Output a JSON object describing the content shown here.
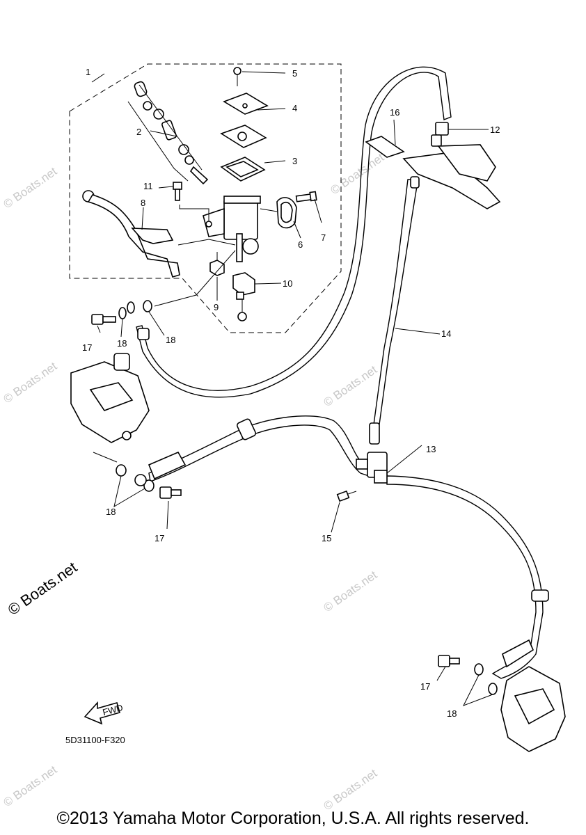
{
  "callouts": {
    "c1": "1",
    "c2": "2",
    "c3": "3",
    "c4": "4",
    "c5": "5",
    "c6": "6",
    "c7": "7",
    "c8": "8",
    "c9": "9",
    "c10": "10",
    "c11": "11",
    "c12": "12",
    "c13": "13",
    "c14": "14",
    "c15": "15",
    "c16": "16",
    "c17a": "17",
    "c17b": "17",
    "c17c": "17",
    "c18a": "18",
    "c18b": "18",
    "c18c": "18",
    "c18d": "18"
  },
  "fwd_label": "FWD",
  "diagram_code": "5D31100-F320",
  "watermark": "© Boats.net",
  "copyright": "©2013 Yamaha Motor Corporation, U.S.A. All rights reserved."
}
